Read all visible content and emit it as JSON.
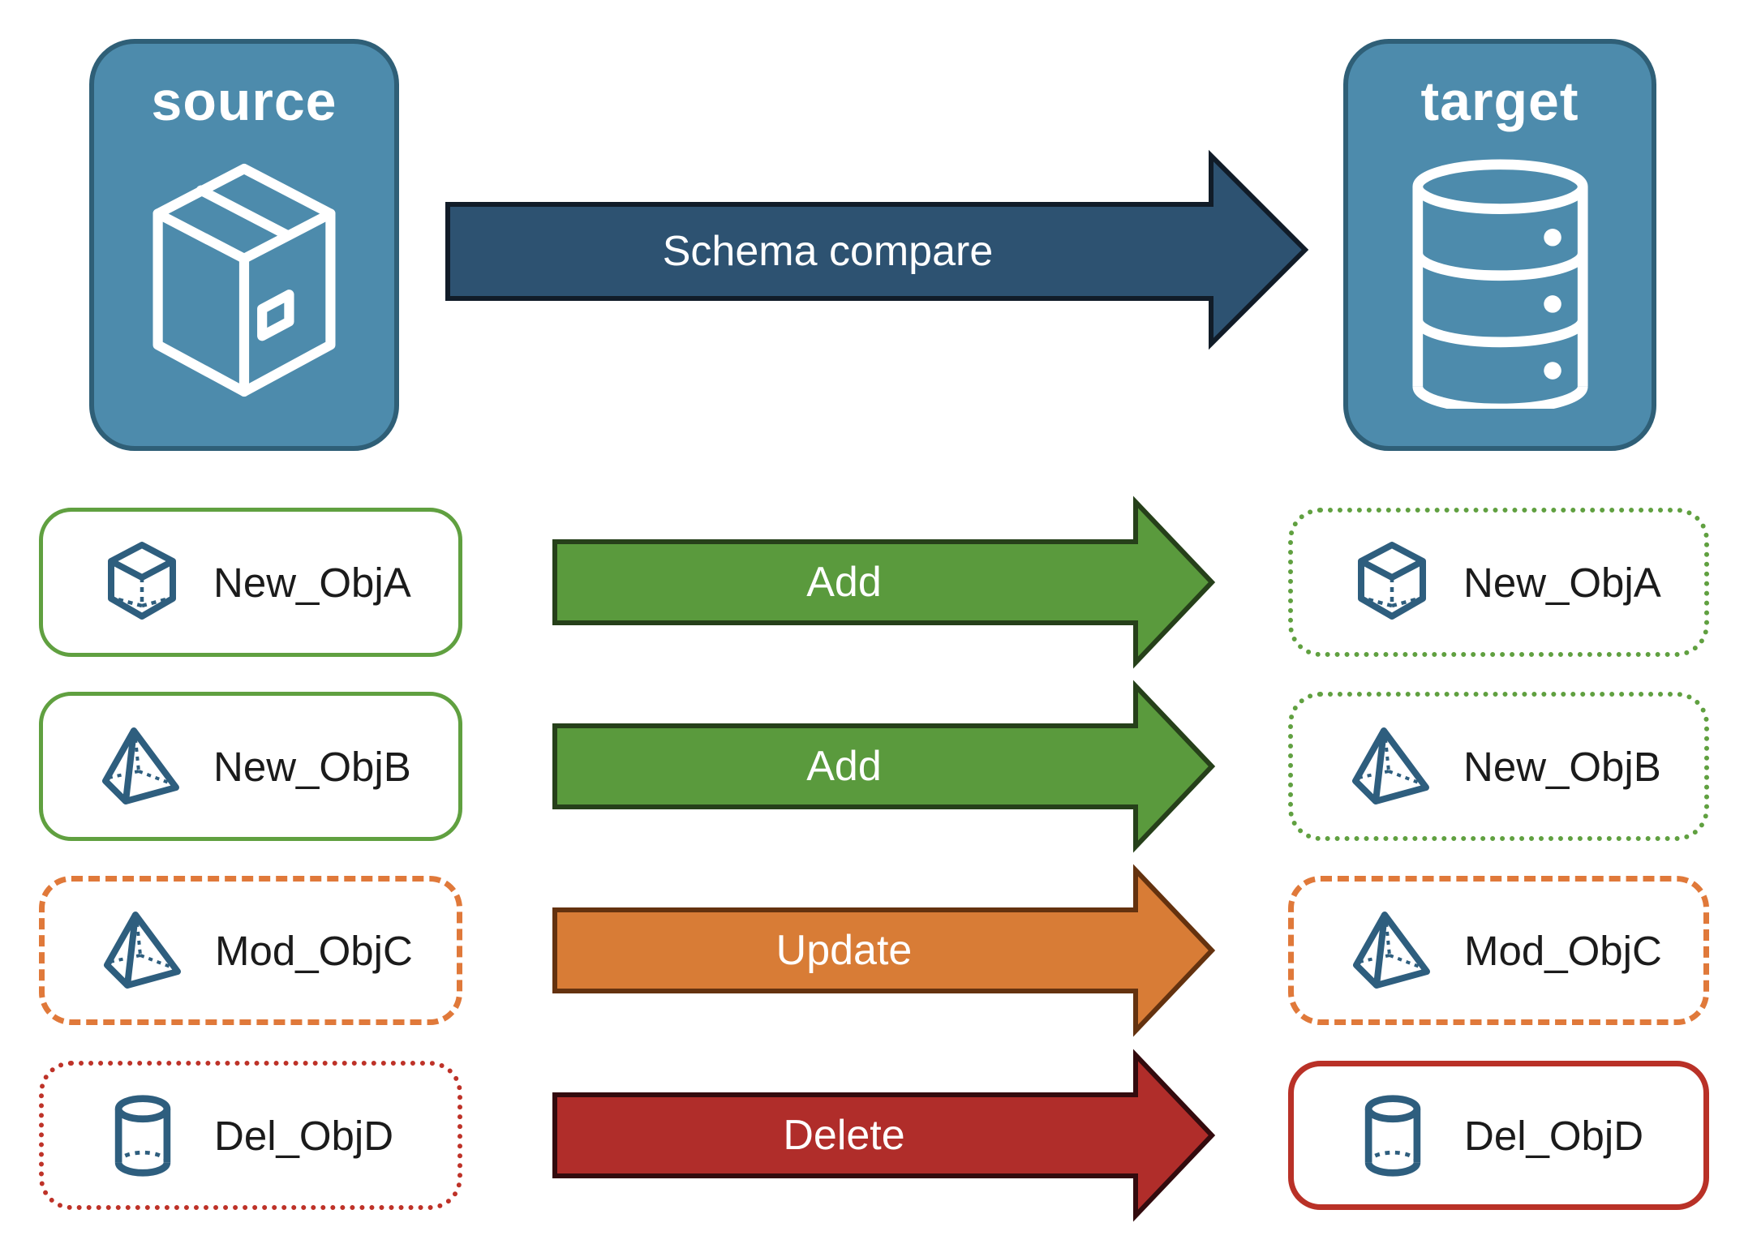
{
  "source_panel": {
    "title": "source",
    "icon": "package"
  },
  "target_panel": {
    "title": "target",
    "icon": "database"
  },
  "compare_arrow": {
    "label": "Schema compare"
  },
  "rows": [
    {
      "source": {
        "icon": "cube",
        "label": "New_ObjA",
        "border_style": "solid-green"
      },
      "action": {
        "label": "Add",
        "color": "#5A9A3D"
      },
      "target": {
        "icon": "cube",
        "label": "New_ObjA",
        "border_style": "dotted-green"
      }
    },
    {
      "source": {
        "icon": "pyramid",
        "label": "New_ObjB",
        "border_style": "solid-green"
      },
      "action": {
        "label": "Add",
        "color": "#5A9A3D"
      },
      "target": {
        "icon": "pyramid",
        "label": "New_ObjB",
        "border_style": "dotted-green"
      }
    },
    {
      "source": {
        "icon": "pyramid",
        "label": "Mod_ObjC",
        "border_style": "dashed-orange"
      },
      "action": {
        "label": "Update",
        "color": "#D87C36"
      },
      "target": {
        "icon": "pyramid",
        "label": "Mod_ObjC",
        "border_style": "dashed-orange"
      }
    },
    {
      "source": {
        "icon": "cylinder",
        "label": "Del_ObjD",
        "border_style": "dotted-red"
      },
      "action": {
        "label": "Delete",
        "color": "#B02D2A"
      },
      "target": {
        "icon": "cylinder",
        "label": "Del_ObjD",
        "border_style": "solid-red"
      }
    }
  ],
  "colors": {
    "panel_fill": "#4D8BAC",
    "panel_border": "#2F5F77",
    "compare_arrow_fill": "#2D5271",
    "add_arrow_fill": "#5A9A3D",
    "update_arrow_fill": "#D87C36",
    "delete_arrow_fill": "#B02D2A",
    "green_border": "#60A040",
    "orange_border": "#E0793A",
    "red_dotted_border": "#BE3228",
    "red_solid_border": "#B93127",
    "object_icon_stroke": "#2E5E7E"
  }
}
